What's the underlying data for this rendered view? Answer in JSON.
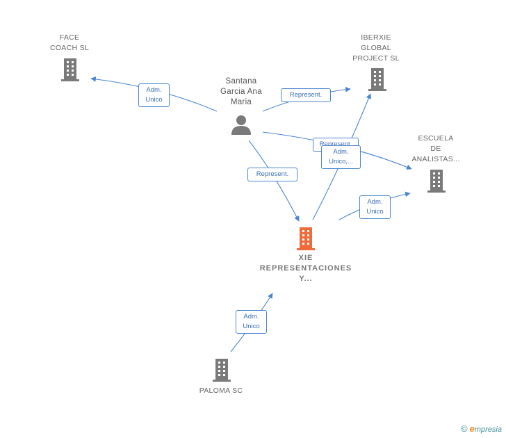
{
  "nodes": {
    "face_coach": {
      "label": "FACE\nCOACH  SL"
    },
    "iberxie": {
      "label": "IBERXIE\nGLOBAL\nPROJECT  SL"
    },
    "santana": {
      "label": "Santana\nGarcia Ana\nMaria"
    },
    "escuela": {
      "label": "ESCUELA\nDE\nANALISTAS..."
    },
    "xie": {
      "label": "XIE\nREPRESENTACIONES\nY..."
    },
    "paloma": {
      "label": "PALOMA SC"
    }
  },
  "edges": {
    "santana_face": "Adm.\nUnico",
    "santana_iberxie": "Represent.",
    "santana_escuela": "Represent.",
    "xie_iberxie": "Adm.\nUnico,...",
    "santana_xie": "Represent.",
    "xie_escuela": "Adm.\nUnico",
    "paloma_xie": "Adm.\nUnico"
  },
  "colors": {
    "edge": "#4a86d0",
    "building": "#7a7a7a",
    "building_focus": "#f06a3a",
    "person": "#7a7a7a"
  },
  "footer": {
    "copyright": "©",
    "brand_initial": "e",
    "brand_rest": "mpresia"
  }
}
